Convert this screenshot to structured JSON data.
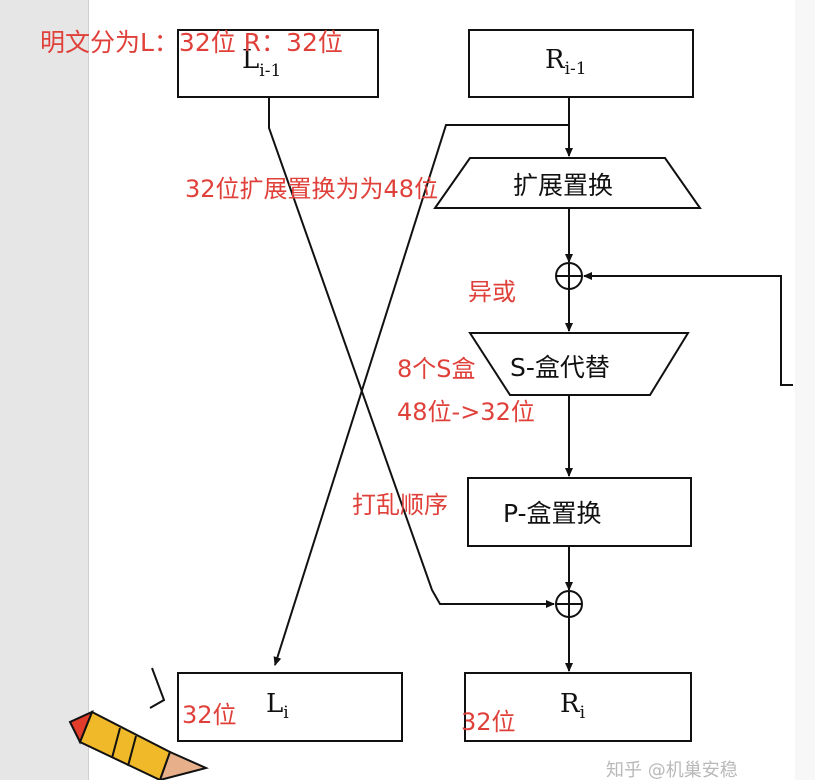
{
  "boxes": {
    "l_prev": {
      "base": "L",
      "sub": "i-1"
    },
    "r_prev": {
      "base": "R",
      "sub": "i-1"
    },
    "expansion": "扩展置换",
    "sbox": "S-盒代替",
    "pbox": "P-盒置换",
    "l_next": {
      "base": "L",
      "sub": "i"
    },
    "r_next": {
      "base": "R",
      "sub": "i"
    }
  },
  "annotations": {
    "plaintext_split": "明文分为L：32位 R：32位",
    "expansion_note": "32位扩展置换为为48位",
    "xor_note": "异或",
    "sbox_count": "8个S盒",
    "sbox_bits": "48位->32位",
    "pbox_note": "打乱顺序",
    "l_bits": "32位",
    "r_bits": "32位"
  },
  "watermark": "知乎 @机巢安稳",
  "colors": {
    "annotation": "#e0403a",
    "line": "#111111",
    "gutter": "#e6e6e6"
  }
}
